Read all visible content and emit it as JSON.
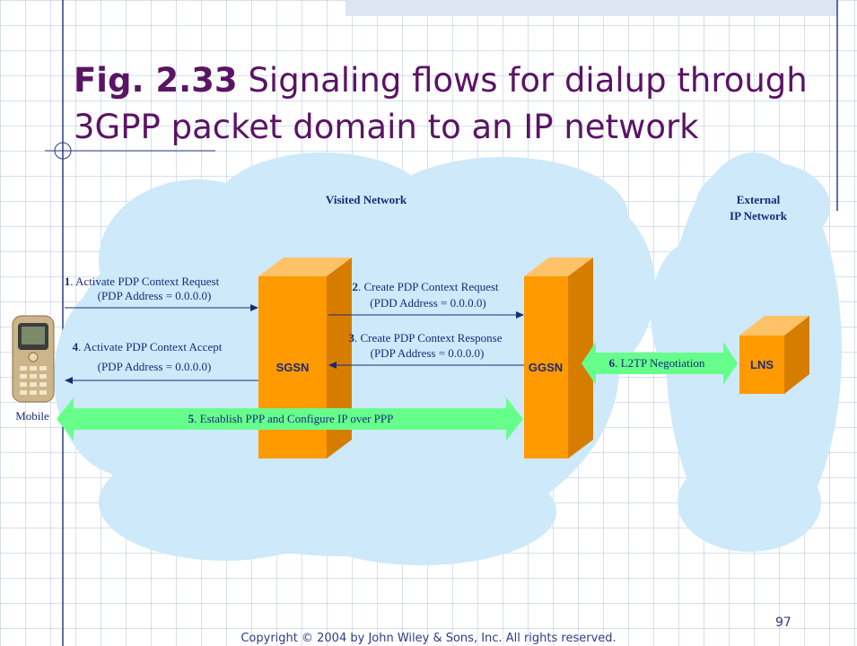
{
  "slide": {
    "title_bold": "Fig. 2.33",
    "title_rest": " Signaling flows for dialup through 3GPP packet domain to an IP network",
    "footer": "Copyright © 2004 by John Wiley & Sons, Inc. All rights reserved.",
    "page_number": "97"
  },
  "networks": {
    "visited": "Visited Network",
    "external_line1": "External",
    "external_line2": "IP Network"
  },
  "nodes": {
    "mobile": "Mobile",
    "sgsn": "SGSN",
    "ggsn": "GGSN",
    "lns": "LNS"
  },
  "messages": [
    {
      "num": "1",
      "text": ". Activate PDP Context Request",
      "param": "(PDP Address = 0.0.0.0)"
    },
    {
      "num": "2",
      "text": ". Create PDP Context Request",
      "param": "(PDD Address = 0.0.0.0)"
    },
    {
      "num": "3",
      "text": ". Create PDP Context Response",
      "param": "(PDP Address = 0.0.0.0)"
    },
    {
      "num": "4",
      "text": ". Activate PDP Context Accept",
      "param": "(PDP Address = 0.0.0.0)"
    },
    {
      "num": "5",
      "text": ". Establish PPP and Configure IP over PPP"
    },
    {
      "num": "6",
      "text": ". L2TP Negotiation"
    }
  ],
  "colors": {
    "title": "#5a1464",
    "cloud": "#cde9fa",
    "node_front": "#ff9a00",
    "node_side": "#d67d00",
    "node_top": "#ffc266",
    "green_arrow": "#66ff8c",
    "text": "#1a2a7a"
  }
}
